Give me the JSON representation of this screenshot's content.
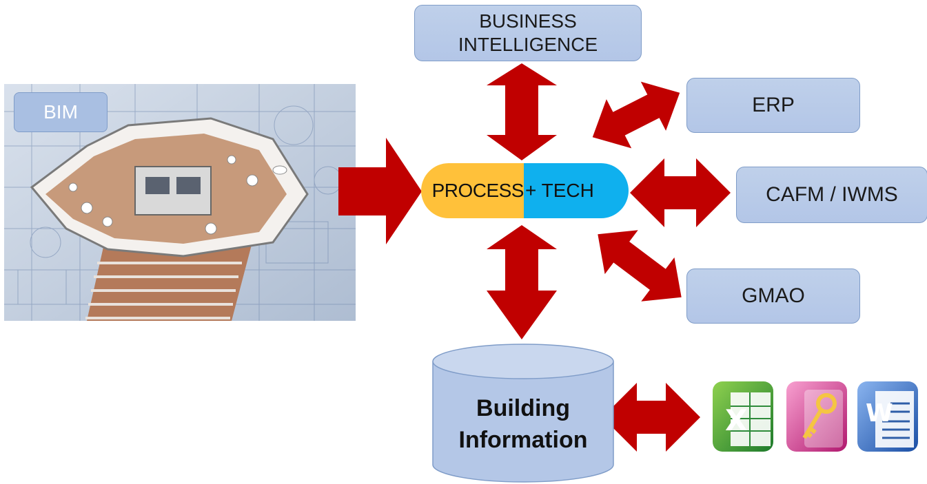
{
  "diagram": {
    "bim_label": "BIM",
    "center": {
      "left_text": "PROCESS",
      "right_text": "+ TECH"
    },
    "systems": {
      "bi": [
        "BUSINESS",
        "INTELLIGENCE"
      ],
      "erp": "ERP",
      "cafm": "CAFM / IWMS",
      "gmao": "GMAO"
    },
    "database": [
      "Building",
      "Information"
    ],
    "office_apps": [
      "excel-icon",
      "access-icon",
      "word-icon"
    ],
    "colors": {
      "box_fill": "#b4c7e7",
      "arrow": "#c00000",
      "process_yellow": "#ffc13a",
      "tech_blue": "#0fb0ee"
    }
  }
}
